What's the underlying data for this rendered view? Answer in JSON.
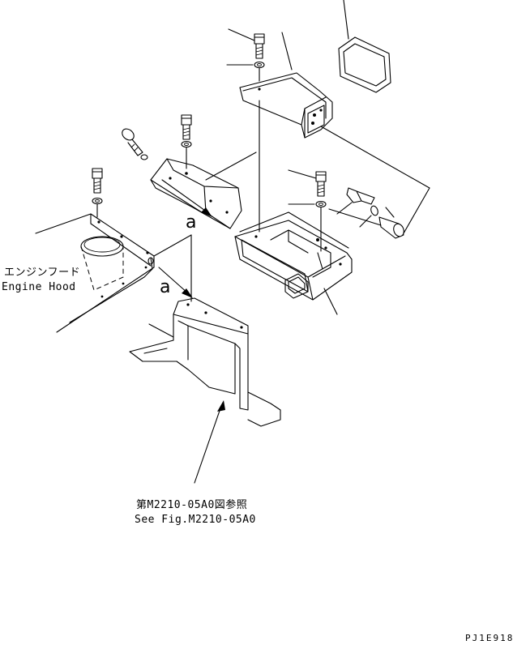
{
  "labels": {
    "engine_hood_jp": "エンジンフード",
    "engine_hood_en": "Engine Hood",
    "ref_jp": "第M2210-05A0図参照",
    "ref_en": "See Fig.M2210-05A0",
    "mark_a": "a",
    "drawing_code": "PJ1E918"
  },
  "icons": [
    "bolt-icon",
    "washer-icon",
    "arrow-icon"
  ]
}
